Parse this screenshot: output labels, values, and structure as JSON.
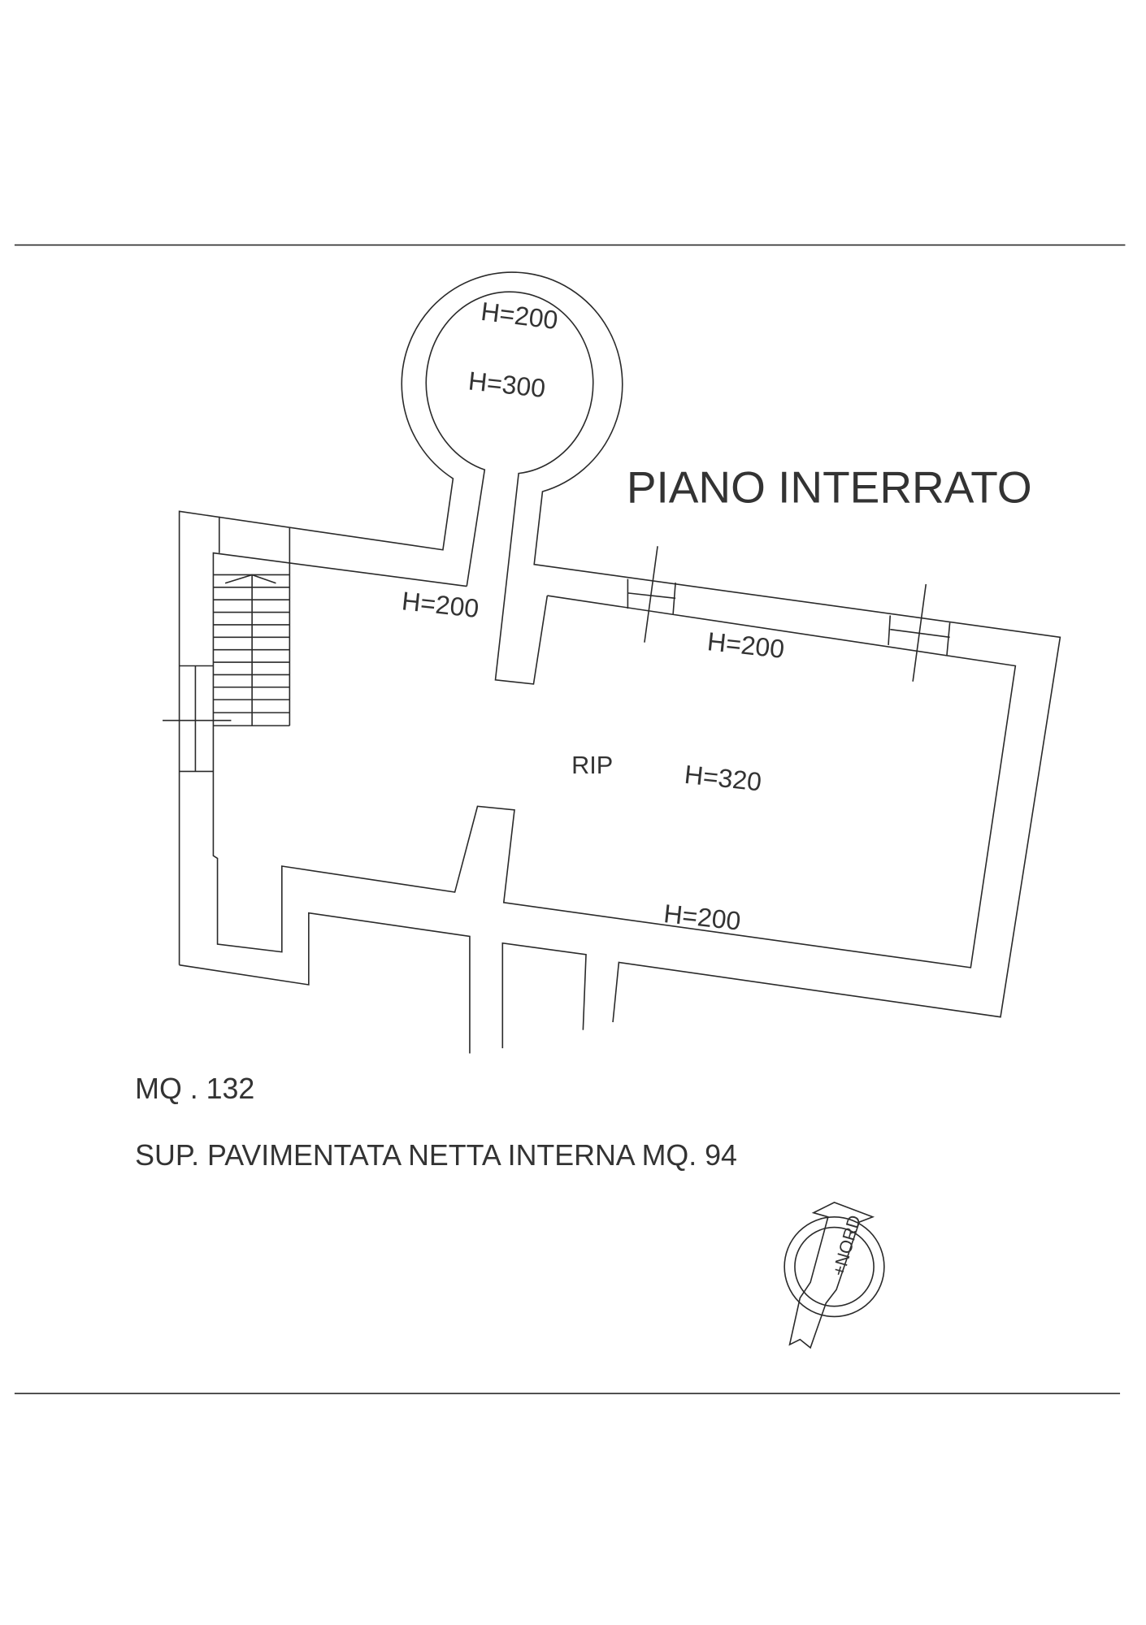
{
  "title": "PIANO INTERRATO",
  "room_label": "RIP",
  "heights": {
    "tower_upper": "H=200",
    "tower_lower": "H=300",
    "wall_top_left": "H=200",
    "wall_top_right": "H=200",
    "room": "H=320",
    "wall_bottom": "H=200"
  },
  "area_total": "MQ . 132",
  "area_net": "SUP. PAVIMENTATA NETTA INTERNA MQ. 94",
  "compass_label": "+NORD"
}
